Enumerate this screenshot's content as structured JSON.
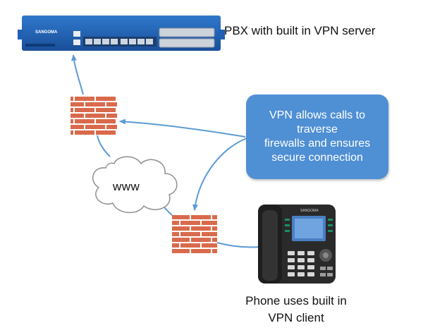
{
  "labels": {
    "pbx": "PBX with built in VPN server",
    "phone_line1": "Phone uses built in",
    "phone_line2": "VPN client",
    "cloud": "www"
  },
  "callout": {
    "line1": "VPN allows calls to",
    "line2": "traverse",
    "line3": "firewalls and ensures",
    "line4": "secure connection"
  },
  "device": {
    "brand": "SANGOMA"
  },
  "icons": [
    "pbx-server-icon",
    "firewall-icon",
    "cloud-icon",
    "desk-phone-icon"
  ],
  "colors": {
    "arrow": "#5b9bd5",
    "callout_fill": "#4f8fd4",
    "firewall_brick": "#d96a4c",
    "server_body": "#1f5fb4"
  }
}
